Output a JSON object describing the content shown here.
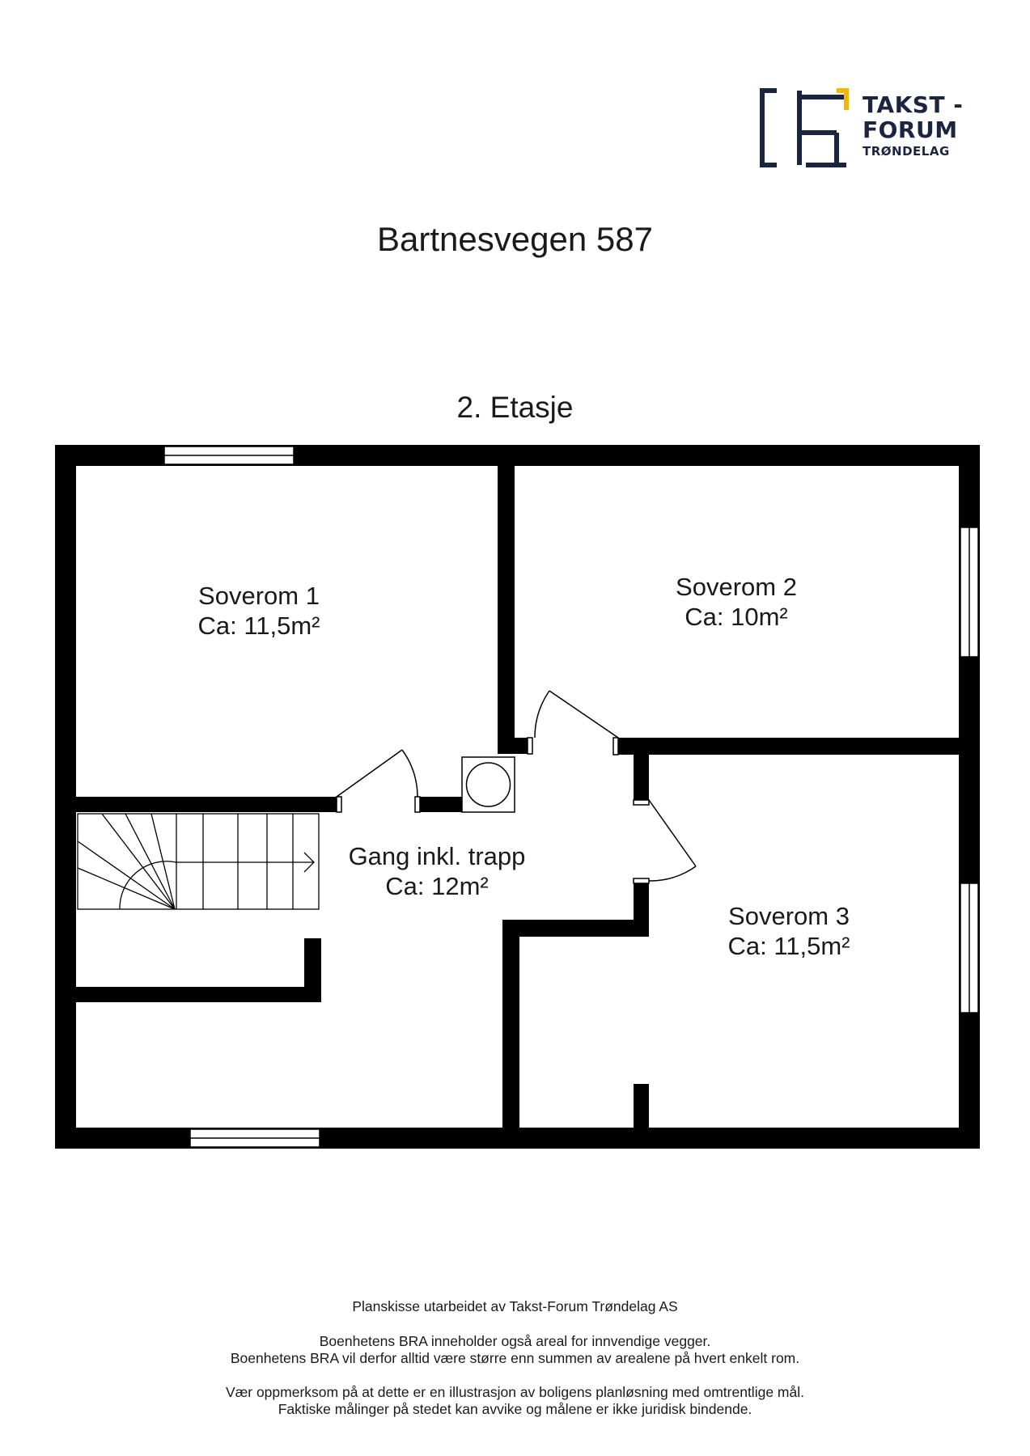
{
  "header": {
    "logo": {
      "line1": "TAKST -",
      "line2": "FORUM",
      "line3": "TRØNDELAG",
      "colors": {
        "navy": "#1b2540",
        "accent": "#f2b705"
      }
    },
    "title": "Bartnesvegen 587",
    "floor": "2. Etasje"
  },
  "rooms": [
    {
      "name": "Soverom 1",
      "area": "Ca: 11,5m²"
    },
    {
      "name": "Soverom 2",
      "area": "Ca: 10m²"
    },
    {
      "name": "Gang inkl. trapp",
      "area": "Ca: 12m²"
    },
    {
      "name": "Soverom 3",
      "area": "Ca: 11,5m²"
    }
  ],
  "footer": {
    "line1": "Planskisse utarbeidet av Takst-Forum Trøndelag AS",
    "line2": "Boenhetens BRA inneholder også areal for innvendige vegger.",
    "line3": "Boenhetens BRA vil derfor alltid være større enn summen av arealene på hvert enkelt rom.",
    "line4": "Vær oppmerksom på at dette er en illustrasjon av boligens planløsning med omtrentlige mål.",
    "line5": "Faktiske målinger på stedet kan avvike og målene er ikke juridisk bindende."
  },
  "colors": {
    "wall": "#000000",
    "background": "#ffffff"
  }
}
